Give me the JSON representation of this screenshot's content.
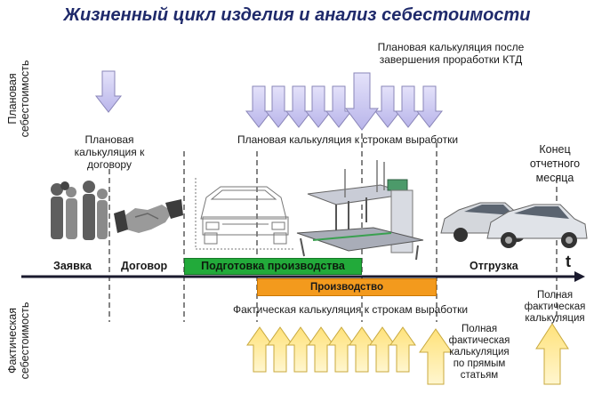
{
  "title": "Жизненный цикл изделия и анализ себестоимости",
  "planned_cost_label": "Плановая себестоимость",
  "actual_cost_label": "Фактическая себестоимость",
  "notes": {
    "planned_contract": "Плановая калькуляция к договору",
    "planned_after_ktd": "Плановая калькуляция после завершения проработки КТД",
    "planned_lines": "Плановая калькуляция к строкам выработки",
    "end_of_month": "Конец отчетного месяца",
    "actual_lines": "Фактическая калькуляция к строкам выработки",
    "actual_direct": "Полная фактическая калькуляция по прямым статьям",
    "actual_full": "Полная фактическая калькуляция"
  },
  "stages": {
    "request": "Заявка",
    "contract": "Договор",
    "prep": "Подготовка производства",
    "production": "Производство",
    "shipment": "Отгрузка"
  },
  "axis_label": "t",
  "colors": {
    "title": "#1f2a6b",
    "down_arrow": "#c9c6f0",
    "up_arrow": "#ffeb99",
    "prep_bar": "#22aa3a",
    "production_bar": "#f39a1d"
  }
}
